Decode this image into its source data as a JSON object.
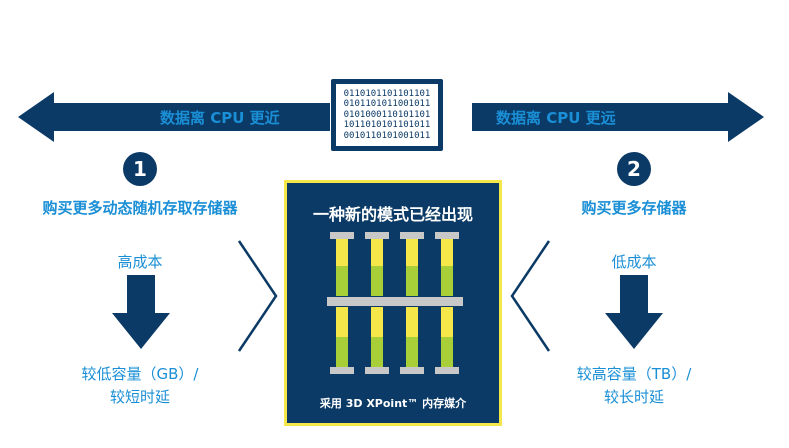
{
  "left_arrow": {
    "label": "数据离 CPU 更近"
  },
  "right_arrow": {
    "label": "数据离 CPU 更远"
  },
  "binary_box": {
    "lines": [
      "0110101101101101",
      "0101101011001011",
      "0101000110101101",
      "1011010101101011",
      "0010110101001011"
    ]
  },
  "left_option": {
    "number": "1",
    "title": "购买更多动态随机存取存储器",
    "cost": "高成本",
    "result_line1": "较低容量（GB）/",
    "result_line2": "较短时延"
  },
  "right_option": {
    "number": "2",
    "title": "购买更多存储器",
    "cost": "低成本",
    "result_line1": "较高容量（TB）/",
    "result_line2": "较长时延"
  },
  "center": {
    "title": "一种新的模式已经出现",
    "footer": "采用 3D XPoint™ 内存媒介"
  },
  "colors": {
    "navy": "#0b3a66",
    "accent_blue": "#1a8fd6",
    "yellow": "#f5e64a",
    "green": "#a9cf38",
    "gray": "#c8c8c8"
  }
}
